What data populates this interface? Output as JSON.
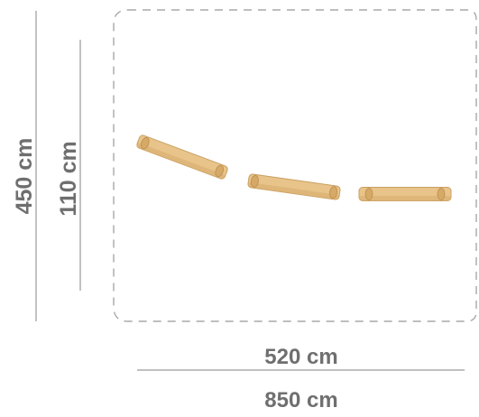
{
  "dimensions": {
    "total_height": "450 cm",
    "safety_height": "110 cm",
    "safety_width": "520 cm",
    "total_width": "850 cm"
  },
  "colors": {
    "dimension_text": "#6f6f6f",
    "dimension_line": "#9a9a9a",
    "zone_border": "#a8a8a8",
    "log_fill": "#e8c48a",
    "log_shade": "#c9a062",
    "log_end": "#b98e52"
  },
  "elements": {
    "logs": [
      "log-beam",
      "log-beam",
      "log-beam"
    ],
    "safety_zone": "dashed-rounded-rectangle"
  }
}
